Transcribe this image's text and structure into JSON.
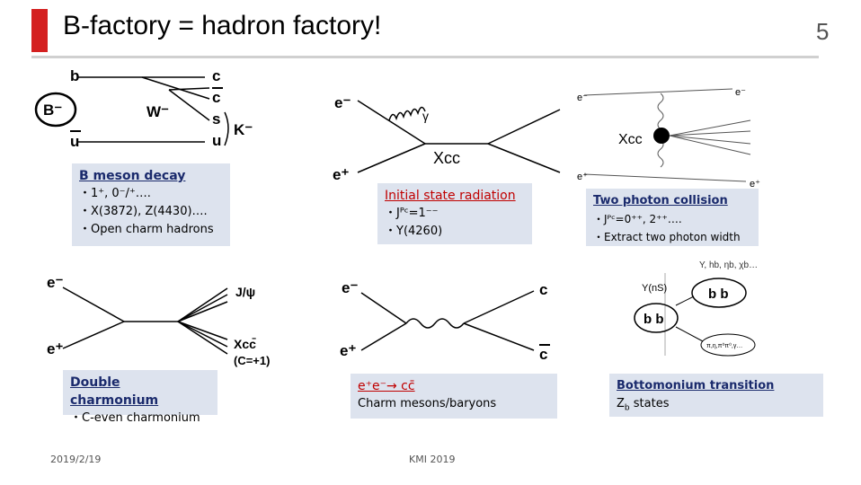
{
  "header": {
    "title": "B-factory = hadron factory!",
    "page_number": "5"
  },
  "boxes": {
    "bmeson": {
      "heading": "B meson decay",
      "line1": "・1⁺, 0⁻/⁺….",
      "line2": "・X(3872), Z(4430)….",
      "line3": "・Open charm hadrons"
    },
    "isr": {
      "heading": "Initial state radiation",
      "line1": "・Jᴾᶜ=1⁻⁻",
      "line2": "・Y(4260)"
    },
    "twophoton": {
      "heading": "Two photon collision",
      "line1": "・Jᴾᶜ=0⁺⁺, 2⁺⁺….",
      "line2": "・Extract two photon width"
    },
    "double": {
      "heading": "Double charmonium",
      "line1": "・C-even charmonium"
    },
    "charm": {
      "heading": "e⁺e⁻→ cc̄",
      "line1": "Charm mesons/baryons"
    },
    "bottomonium": {
      "heading": "Bottomonium transition",
      "line1": "Z",
      "line1_sub": "b",
      "line1_rest": " states"
    }
  },
  "diagrams": {
    "bdecay": {
      "b": "b",
      "c": "c",
      "cbar": "c",
      "s": "s",
      "ubar": "u",
      "u": "u",
      "Bminus": "B⁻",
      "Wminus": "W⁻",
      "Kminus": "K⁻"
    },
    "isr": {
      "eminus": "e⁻",
      "eplus": "e⁺",
      "gamma": "γ",
      "xcc": "Xcc"
    },
    "twophoton": {
      "eminus_in": "e⁻",
      "eminus_out": "e⁻",
      "eplus_in": "e⁺",
      "eplus_out": "e⁺",
      "xcc": "Xcc"
    },
    "double": {
      "eminus": "e⁻",
      "eplus": "e⁺",
      "jpsi": "J/ψ",
      "xcc": "Xcc̄",
      "cplus": "(C=+1)"
    },
    "charmpair": {
      "eminus": "e⁻",
      "eplus": "e⁺",
      "c": "c",
      "cbar": "c"
    },
    "bottomonium": {
      "top_label": "Y, hb, ηb, χb…",
      "yns": "Y(nS)",
      "bb_top": "b  b",
      "bb_bottom": "b  b",
      "small": "π,η,π⁰π⁰,γ…"
    }
  },
  "footer": {
    "date": "2019/2/19",
    "conference": "KMI 2019"
  },
  "colors": {
    "accent": "#d42020",
    "box_bg": "#dde3ee",
    "heading_red": "#c00000",
    "heading_navy": "#1a2a6c"
  }
}
